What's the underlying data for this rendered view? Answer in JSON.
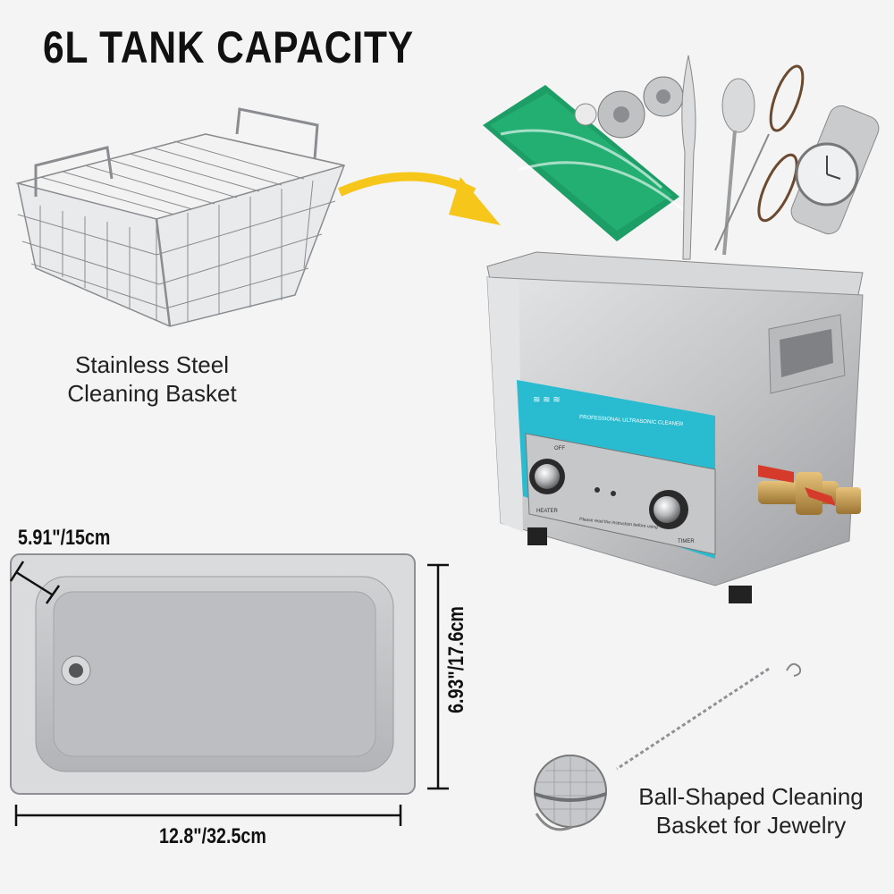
{
  "title": "6L TANK CAPACITY",
  "basket_caption": [
    "Stainless Steel",
    "Cleaning Basket"
  ],
  "ball_caption": [
    "Ball-Shaped Cleaning",
    "Basket for Jewelry"
  ],
  "dimensions": {
    "depth": "5.91\"/15cm",
    "width": "12.8\"/32.5cm",
    "height": "6.93\"/17.6cm"
  },
  "panel": {
    "label": "PROFESSIONAL ULTRASONIC CLEANER",
    "heater_label": "HEATER",
    "timer_label": "TIMER",
    "off_label": "OFF",
    "note": "Please read the instruction before using"
  },
  "colors": {
    "panel": "#29bcd0",
    "arrow": "#f6c61a",
    "steel": "#c9cbcd",
    "background": "#f4f4f4"
  }
}
